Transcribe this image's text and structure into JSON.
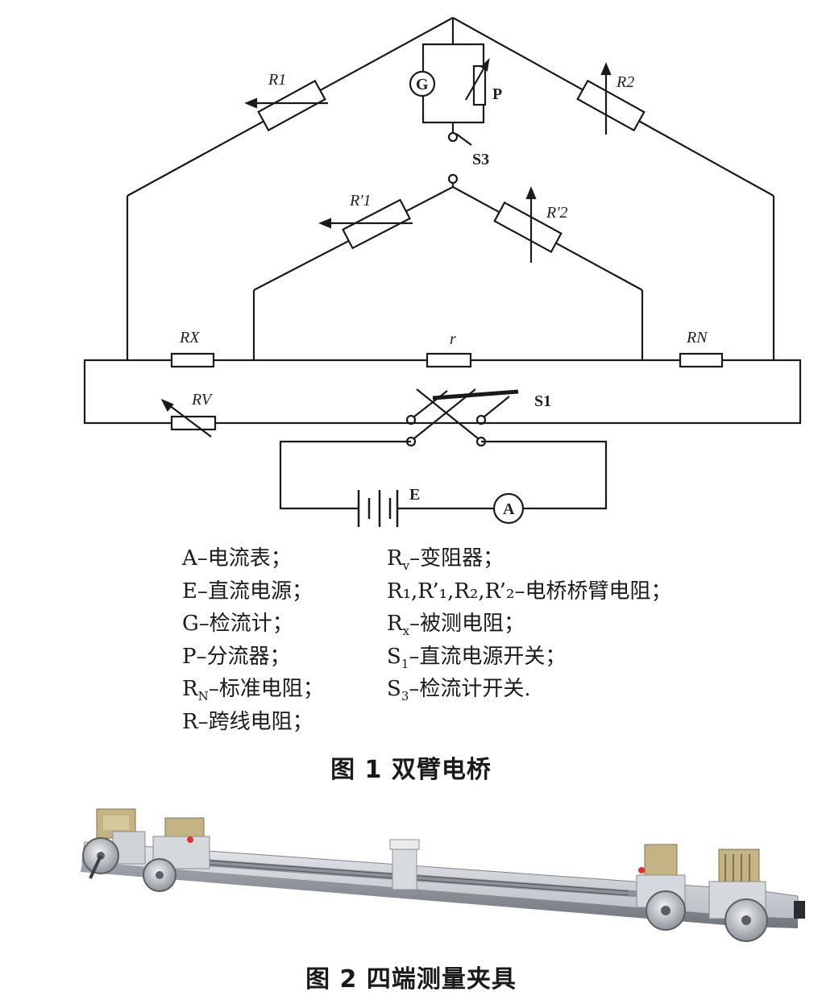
{
  "figure1": {
    "caption": "图 1  双臂电桥",
    "circuit_labels": {
      "r1": "R1",
      "r2": "R2",
      "r1p": "R'1",
      "r2p": "R'2",
      "g": "G",
      "p": "P",
      "s3": "S3",
      "s1": "S1",
      "rx": "RX",
      "rn": "RN",
      "r": "r",
      "rv": "RV",
      "e": "E",
      "a": "A"
    },
    "legend_left": [
      {
        "sym": "A",
        "sub": "",
        "text": "–电流表；"
      },
      {
        "sym": "E",
        "sub": "",
        "text": "–直流电源；"
      },
      {
        "sym": "G",
        "sub": "",
        "text": "–检流计；"
      },
      {
        "sym": "P",
        "sub": "",
        "text": "–分流器；"
      },
      {
        "sym": "R",
        "sub": "N",
        "text": "–标准电阻；"
      },
      {
        "sym": "R",
        "sub": "",
        "text": "–跨线电阻；"
      }
    ],
    "legend_right": [
      {
        "sym": "R",
        "sub": "v",
        "text": "–变阻器；"
      },
      {
        "sym": "R₁,R’₁,R₂,R’₂",
        "sub": "",
        "text": "–电桥桥臂电阻；"
      },
      {
        "sym": "R",
        "sub": "x",
        "text": "–被测电阻；"
      },
      {
        "sym": "S",
        "sub": "1",
        "text": "–直流电源开关；"
      },
      {
        "sym": "S",
        "sub": "3",
        "text": "–检流计开关."
      }
    ]
  },
  "figure2": {
    "caption": "图 2  四端测量夹具"
  },
  "colors": {
    "ink": "#1a1a1a",
    "rail": "#c9ced3",
    "clamp": "#c4b383",
    "laser": "#e53030"
  }
}
